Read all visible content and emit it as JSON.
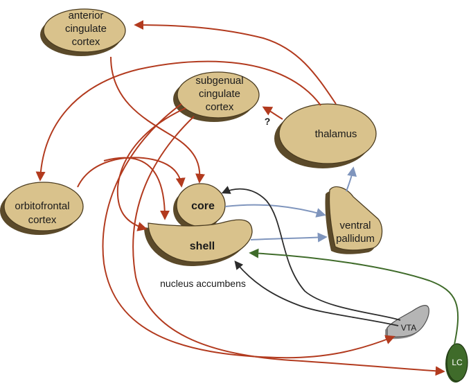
{
  "nodes": {
    "acc": [
      "anterior",
      "cingulate",
      "cortex"
    ],
    "sgc": [
      "subgenual",
      "cingulate",
      "cortex"
    ],
    "thalamus": "thalamus",
    "ofc": [
      "orbitofrontal",
      "cortex"
    ],
    "core": "core",
    "shell": "shell",
    "vp": [
      "ventral",
      "pallidum"
    ],
    "vta": "VTA",
    "lc": "LC"
  },
  "labels": {
    "nucleus_accumbens": "nucleus accumbens",
    "uncertain_mark": "?"
  },
  "colors": {
    "region_fill": "#d9c28c",
    "cortical_projection": "#b23a1e",
    "pallidal_projection": "#7f95bd",
    "vta_projection": "#2c2c2c",
    "lc_projection": "#3f6b2a",
    "vta_fill": "#a9a9a9",
    "lc_fill": "#3f6b2a"
  }
}
